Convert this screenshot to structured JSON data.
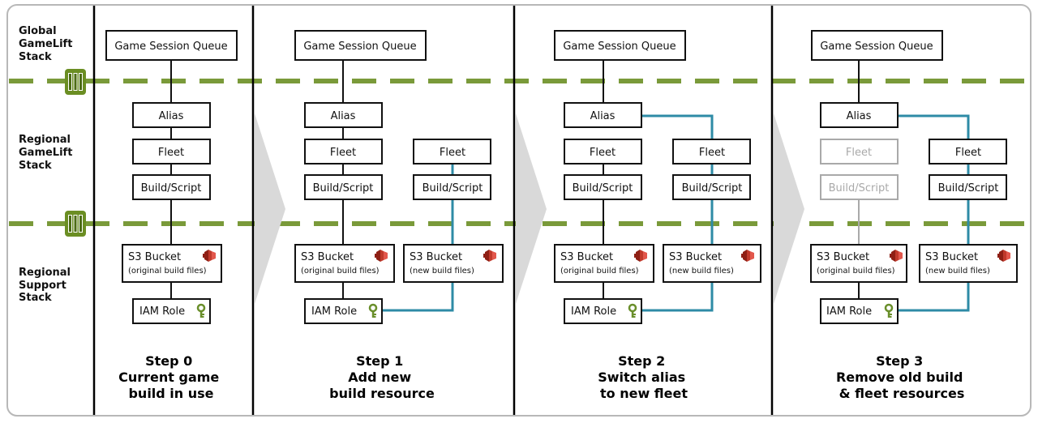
{
  "row_labels": {
    "global": [
      "Global",
      "GameLift",
      "Stack"
    ],
    "regional_gamelift": [
      "Regional",
      "GameLift",
      "Stack"
    ],
    "regional_support": [
      "Regional",
      "Support",
      "Stack"
    ]
  },
  "labels": {
    "queue": "Game Session Queue",
    "alias": "Alias",
    "fleet": "Fleet",
    "build": "Build/Script",
    "s3": "S3 Bucket",
    "s3_original": "(original build files)",
    "s3_new": "(new build files)",
    "iam": "IAM Role"
  },
  "steps": [
    {
      "title": [
        "Step 0",
        "Current game",
        "build in use"
      ]
    },
    {
      "title": [
        "Step 1",
        "Add new",
        "build resource"
      ]
    },
    {
      "title": [
        "Step 2",
        "Switch alias",
        "to new fleet"
      ]
    },
    {
      "title": [
        "Step 3",
        "Remove old build",
        "& fleet resources"
      ]
    }
  ],
  "colors": {
    "divider_green": "#7a9a3a",
    "connector_teal": "#2e8ba6",
    "s3_red": "#c0392b",
    "iam_green": "#6a8f2b",
    "gamelift_icon_green": "#6b8e23",
    "faded_grey": "#a9a9a9"
  },
  "icons": {
    "gamelift": "gamelift-icon",
    "s3": "s3-bucket-icon",
    "iam": "iam-key-icon"
  }
}
